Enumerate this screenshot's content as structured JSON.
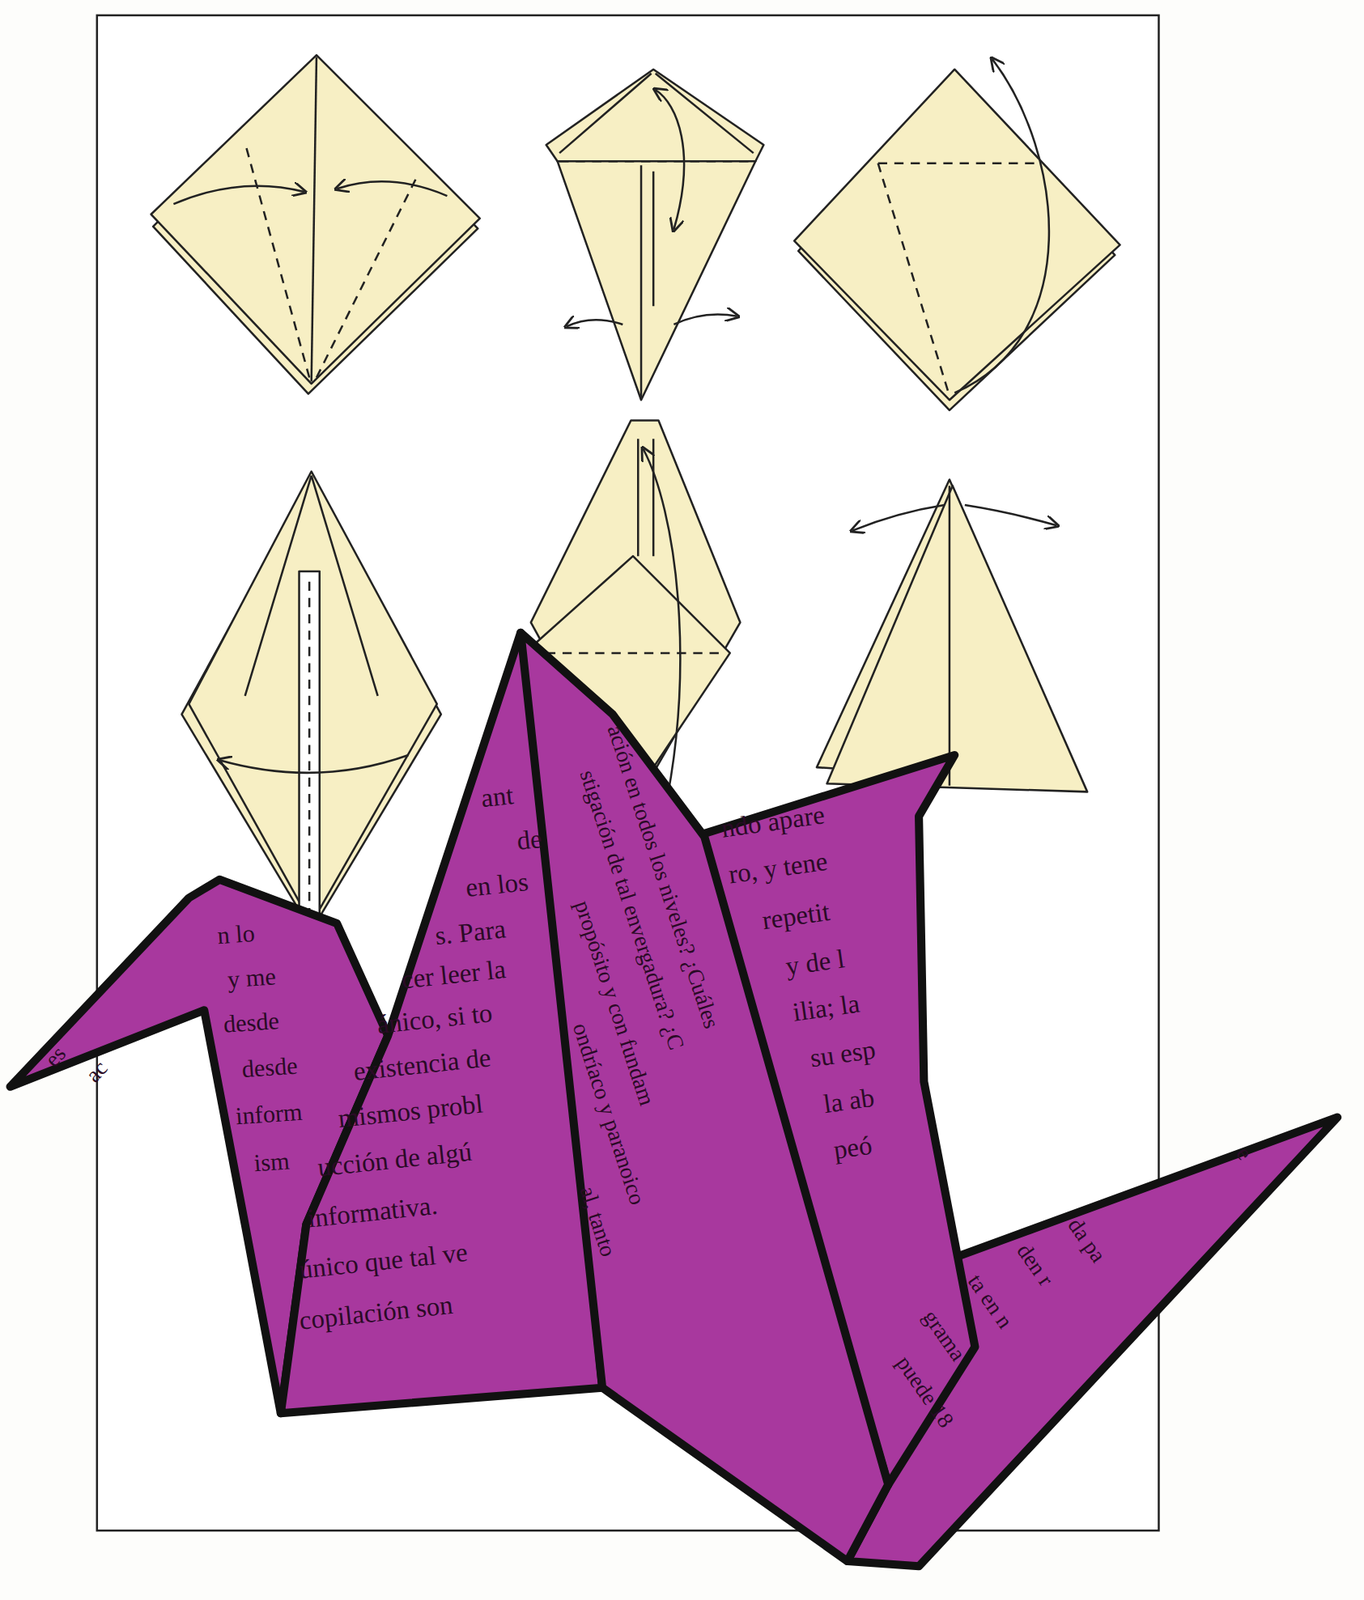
{
  "diagram": {
    "labels": [
      "es",
      "ac",
      "n lo",
      "y me",
      "desde",
      "desde",
      "inform",
      "ism",
      "ant",
      "de",
      "en los",
      "s. Para",
      "cer leer la",
      "ánico, si to",
      "existencia de",
      "mismos probl",
      "ucción de algú",
      "informativa.",
      "único que tal ve",
      "copilación son",
      "ación en todos los niveles? ¿Cuáles",
      "stigación de tal envergadura? ¿C",
      "propósito y con fundam",
      "ondríaco y paranoico",
      "al, tanto",
      "ndo apare",
      "ro, y tene",
      "repetit",
      "y de l",
      "ilia; la",
      "su esp",
      "la ab",
      "peó",
      "e",
      "da pa",
      "den r",
      "ta en n",
      "grama",
      "puede 18"
    ]
  }
}
